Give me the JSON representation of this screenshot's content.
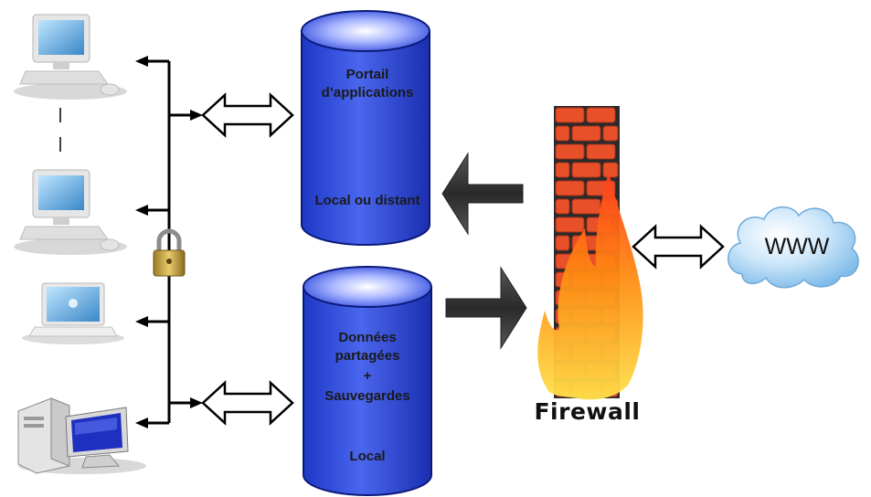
{
  "diagram": {
    "portal_db": {
      "title": "Portail d’applications",
      "location": "Local ou distant"
    },
    "data_db": {
      "title_line1": "Données",
      "title_line2": "partagées",
      "title_line3": "+",
      "title_line4": "Sauvegardes",
      "location": "Local"
    },
    "firewall_label": "Firewall",
    "internet_label": "WWW",
    "clients": [
      "desktop-computer",
      "desktop-computer",
      "laptop",
      "tower-computer"
    ],
    "colors": {
      "db_blue": "#2b48d8",
      "brick": "#e8502a",
      "flame": "#ffb400",
      "cloud": "#9fd0f2",
      "line": "#000000"
    }
  }
}
